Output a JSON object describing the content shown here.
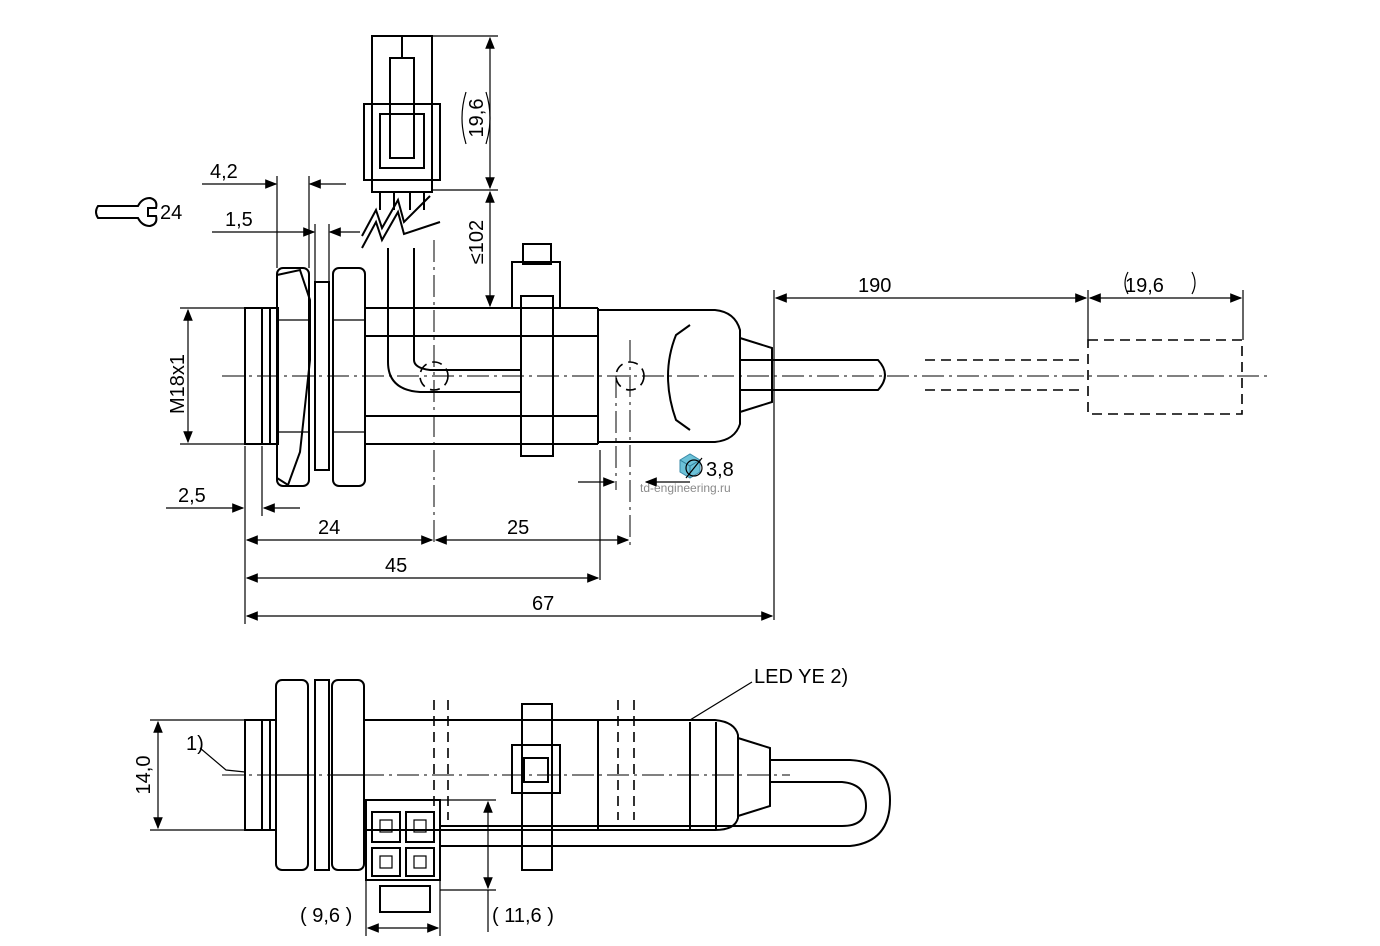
{
  "labels": {
    "wrench": "24",
    "dim_4_2": "4,2",
    "dim_1_5": "1,5",
    "dim_19_6_top": "19,6",
    "dim_102": "≤102",
    "thread": "M18x1",
    "dim_190": "190",
    "dim_19_6_right": "19,6",
    "diameter": "3,8",
    "dim_2_5": "2,5",
    "dim_24": "24",
    "dim_25": "25",
    "dim_45": "45",
    "dim_67": "67",
    "led": "LED YE 2)",
    "note_1": "1)",
    "dim_14": "14,0",
    "dim_9_6": "( 9,6 )",
    "dim_11_6": "( 11,6 )",
    "watermark": "td-engineering.ru"
  },
  "colors": {
    "line": "#000000",
    "watermark_cube": "#4aa8c8"
  },
  "icons": {
    "wrench": "open-end-wrench-icon",
    "diameter": "diameter-symbol-icon",
    "watermark": "cube-logo-icon"
  }
}
